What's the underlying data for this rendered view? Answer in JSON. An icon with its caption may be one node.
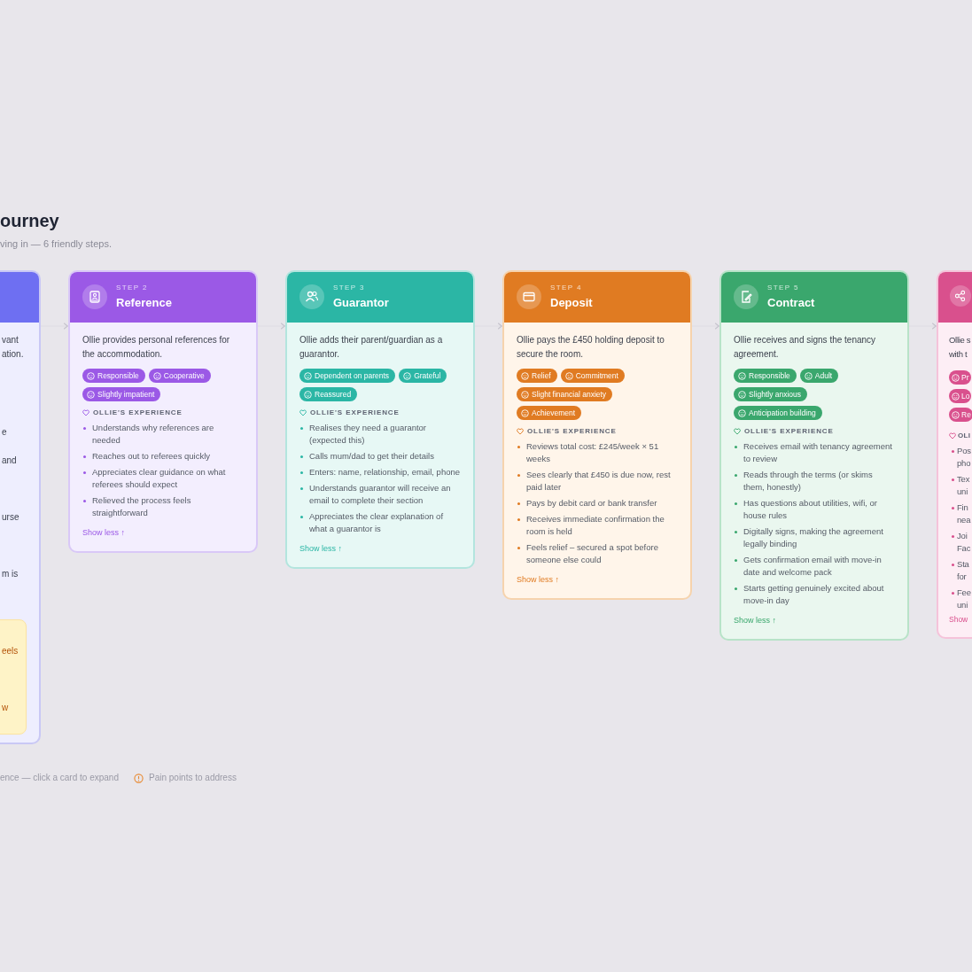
{
  "diagram": {
    "title": "ourney",
    "nodes": [
      {
        "text": [
          "vant ation.",
          "e",
          "and",
          "urse",
          "m is"
        ]
      },
      {
        "text": [
          "eels",
          "w"
        ],
        "in": 0
      },
      {
        "text": [
          "STEP 2",
          "Reference",
          "Ollie provides personal references for the accommodation.",
          "Responsible",
          "Cooperative",
          "Slightly impatient",
          "OLLIE'S EXPERIENCE",
          "Understands why references are needed",
          "Reaches out to referees quickly",
          "Appreciates clear guidance on what referees should expect",
          "Relieved the process feels straightforward",
          "Show less ↑"
        ]
      },
      {
        "text": [
          "STEP 3",
          "Guarantor",
          "Ollie adds their parent/guardian as a guarantor.",
          "Dependent on parents",
          "Grateful",
          "Reassured",
          "OLLIE'S EXPERIENCE",
          "Realises they need a guarantor (expected this)",
          "Calls mum/dad to get their details",
          "Enters: name, relationship, email, phone",
          "Understands guarantor will receive an email to complete their section",
          "Appreciates the clear explanation of what a guarantor is",
          "Show less ↑"
        ]
      },
      {
        "text": [
          "STEP 4",
          "Deposit",
          "Ollie pays the £450 holding deposit to secure the room.",
          "Relief",
          "Commitment",
          "Slight financial anxiety",
          "Achievement",
          "OLLIE'S EXPERIENCE",
          "Reviews total cost: £245/week × 51 weeks",
          "Sees clearly that £450 is due now, rest paid later",
          "Pays by debit card or bank transfer",
          "Receives immediate confirmation the room is held",
          "Feels relief – secured a spot before someone else could",
          "Show less ↑"
        ]
      },
      {
        "text": [
          "STEP 5",
          "Contract",
          "Ollie receives and signs the tenancy agreement.",
          "Responsible",
          "Adult",
          "Slightly anxious",
          "Anticipation building",
          "OLLIE'S EXPERIENCE",
          "Receives email with tenancy agreement to review",
          "Reads through the terms (or skims them, honestly)",
          "Has questions about utilities, wifi, or house rules",
          "Digitally signs, making the agreement legally binding",
          "Gets confirmation email with move-in date and welcome pack",
          "Starts getting genuinely excited about move-in day",
          "Show less ↑"
        ]
      },
      {
        "text": [
          "Ollie s with t",
          "Pr",
          "Lo",
          "Re",
          "OLI",
          "Pos pho",
          "Tex uni",
          "Fin nea",
          "Joi Fac",
          "Sta for",
          "Fee uni",
          "Show"
        ]
      }
    ],
    "edges": [
      {
        "from": 0,
        "to": 2,
        "arrow": "to"
      },
      {
        "from": 2,
        "to": 3,
        "arrow": "to"
      },
      {
        "from": 3,
        "to": 4,
        "arrow": "to"
      },
      {
        "from": 4,
        "to": 5,
        "arrow": "to"
      },
      {
        "from": 5,
        "to": 6,
        "arrow": "to"
      }
    ],
    "labels": [
      "ving in — 6 friendly steps."
    ],
    "legend": [
      {
        "text": "ence — click a card to expand"
      },
      {
        "text": "Pain points to address"
      }
    ]
  }
}
